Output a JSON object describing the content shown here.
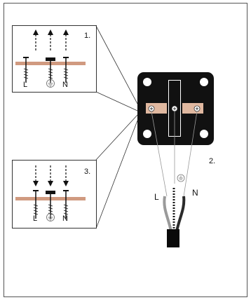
{
  "steps": {
    "step1": "1.",
    "step2": "2.",
    "step3": "3."
  },
  "terminals": {
    "live": "L",
    "neutral": "N",
    "earth_symbol": "⏚"
  },
  "colors": {
    "frame": "#555555",
    "busbar": "#d09a80",
    "box_fill": "#111111",
    "earth_strip": "#e0b8a0",
    "wire_brown": "#9a9a9a",
    "wire_blue": "#2a2a2a",
    "cable": "#0a0a0a"
  },
  "icons": {
    "earth": "earth-ground-icon",
    "screw": "screw-terminal-icon"
  }
}
